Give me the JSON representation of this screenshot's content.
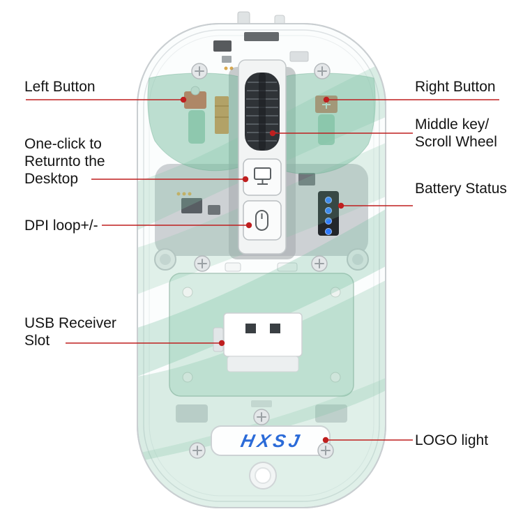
{
  "colors": {
    "callout_red": "#bf1f1f",
    "mouse_green": "#7fbfa0",
    "logo_blue": "#2b6bd8",
    "battery_led_blue": "#2f7bff"
  },
  "callouts": {
    "left_button": {
      "label": "Left Button"
    },
    "right_button": {
      "label": "Right Button"
    },
    "middle_key": {
      "line1": "Middle key/",
      "line2": "Scroll Wheel"
    },
    "one_click": {
      "line1": "One-click to",
      "line2": "Returnto the",
      "line3": "Desktop"
    },
    "battery_status": {
      "label": "Battery Status"
    },
    "dpi_loop": {
      "label": "DPI loop+/-"
    },
    "usb_receiver": {
      "line1": "USB Receiver",
      "line2": "Slot"
    },
    "logo_light": {
      "label": "LOGO light"
    }
  },
  "mouse": {
    "logo_text": "HXSJ"
  }
}
